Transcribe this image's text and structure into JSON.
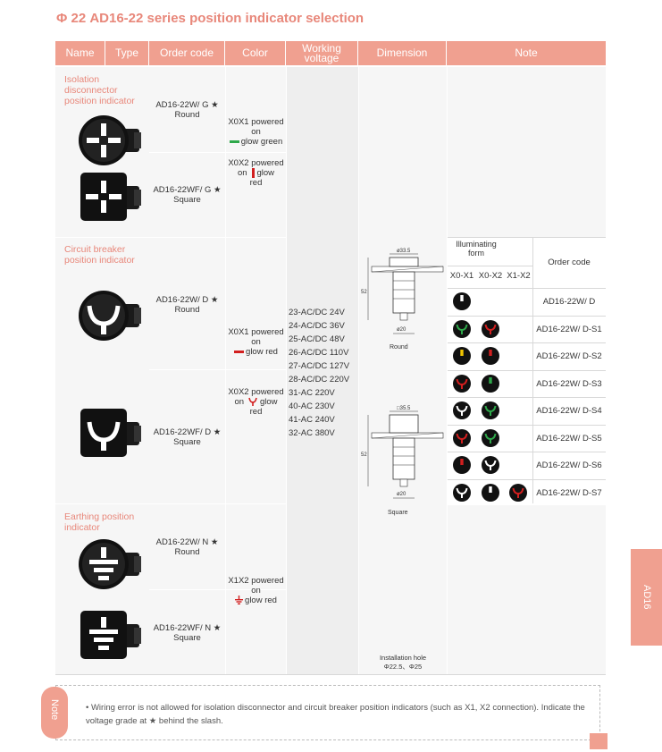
{
  "title": "Φ 22 AD16-22 series position indicator selection",
  "headers": {
    "name": "Name",
    "type": "Type",
    "order_code": "Order code",
    "color": "Color",
    "working_voltage": "Working voltage",
    "dimension": "Dimension",
    "note": "Note"
  },
  "groups": [
    {
      "name": "Isolation disconnector position indicator",
      "items": [
        {
          "code": "AD16-22W/ G ★",
          "shape": "Round"
        },
        {
          "code": "AD16-22WF/ G ★",
          "shape": "Square"
        }
      ],
      "color": [
        {
          "line1": "X0X1 powered",
          "line2": "on",
          "line3": "glow green"
        },
        {
          "line1": "X0X2 powered",
          "line2": "on",
          "line3": "glow",
          "line4": "red"
        }
      ]
    },
    {
      "name": "Circuit breaker position indicator",
      "items": [
        {
          "code": "AD16-22W/ D ★",
          "shape": "Round"
        },
        {
          "code": "AD16-22WF/ D ★",
          "shape": "Square"
        }
      ],
      "color": [
        {
          "line1": "X0X1 powered",
          "line2": "on",
          "line3": "glow red"
        },
        {
          "line1": "X0X2 powered",
          "line2": "on",
          "line3": "glow",
          "line4": "red"
        }
      ]
    },
    {
      "name": "Earthing position indicator",
      "items": [
        {
          "code": "AD16-22W/ N ★",
          "shape": "Round"
        },
        {
          "code": "AD16-22WF/ N ★",
          "shape": "Square"
        }
      ],
      "color": [
        {
          "line1": "X1X2 powered",
          "line2": "on",
          "line3": "glow red"
        }
      ]
    }
  ],
  "voltages": [
    "23-AC/DC 24V",
    "24-AC/DC 36V",
    "25-AC/DC 48V",
    "26-AC/DC 110V",
    "27-AC/DC 127V",
    "28-AC/DC 220V",
    "31-AC 220V",
    "40-AC 230V",
    "41-AC 240V",
    "32-AC 380V"
  ],
  "dimension": {
    "round_label": "Round",
    "square_label": "Square",
    "phi_top_round": "ø33.5",
    "phi_bottom_round": "ø20",
    "sq_top": "□35.5",
    "phi_bottom_square": "ø20",
    "height_52": "52",
    "install_label": "Installation hole",
    "install_value": "Φ22.5、Φ25"
  },
  "note_table": {
    "illuminating": "Illuminating form",
    "order_code": "Order code",
    "cols": [
      "X0-X1",
      "X0-X2",
      "X1-X2"
    ],
    "rows": [
      {
        "code": "AD16-22W/ D"
      },
      {
        "code": "AD16-22W/ D-S1"
      },
      {
        "code": "AD16-22W/ D-S2"
      },
      {
        "code": "AD16-22W/ D-S3"
      },
      {
        "code": "AD16-22W/ D-S4"
      },
      {
        "code": "AD16-22W/ D-S5"
      },
      {
        "code": "AD16-22W/ D-S6"
      },
      {
        "code": "AD16-22W/ D-S7"
      }
    ]
  },
  "side_tab": "AD16",
  "note": {
    "tag": "Note",
    "text": "• Wiring error is not allowed for isolation disconnector and circuit breaker position indicators (such as X1, X2 connection). Indicate the voltage grade at ★ behind the slash."
  },
  "colors": {
    "accent": "#f0a090",
    "title": "#e8877a",
    "green": "#2ea84a",
    "red": "#d21f1f",
    "yellow": "#f2c500"
  }
}
